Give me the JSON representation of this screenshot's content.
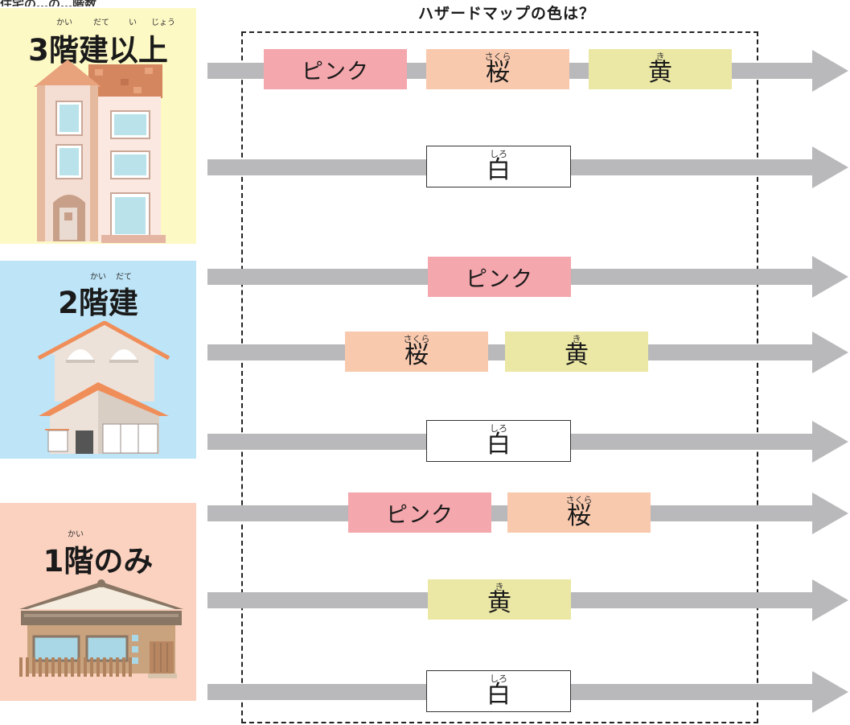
{
  "header": {
    "title": "ハザードマップの色は？"
  },
  "top_fragment": "住宅の…の…階数",
  "colors": {
    "pink": "#f4a7ad",
    "sakura": "#f9c9ae",
    "yellow": "#ebe7a4",
    "white": "#ffffff",
    "arrow": "#b9b9bb",
    "panel3": "#fdf9c5",
    "panel2": "#bde4f7",
    "panel1": "#fbd2c0"
  },
  "panels": [
    {
      "title": "3階建以上",
      "ruby": [
        "かい",
        "だて",
        "い",
        "じょう"
      ]
    },
    {
      "title": "2階建",
      "ruby": [
        "かい",
        "だて"
      ]
    },
    {
      "title": "1階のみ",
      "ruby": [
        "かい"
      ]
    }
  ],
  "labels": {
    "pink": "ピンク",
    "sakura": "桜",
    "sakura_ruby": "さくら",
    "yellow": "黄",
    "yellow_ruby": "き",
    "white": "白",
    "white_ruby": "しろ"
  }
}
